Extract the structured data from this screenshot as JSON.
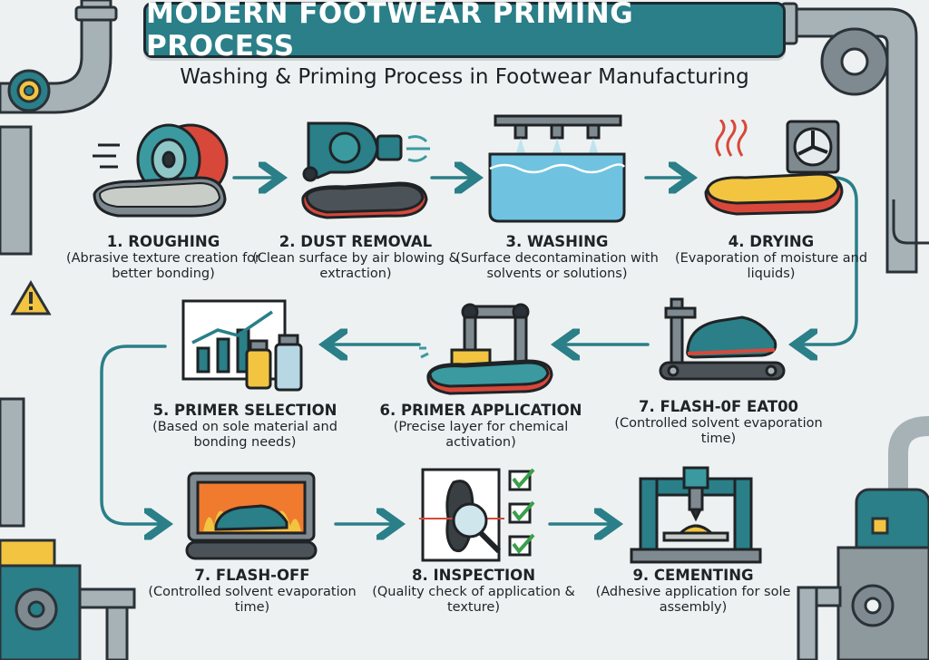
{
  "header": {
    "title": "MODERN FOOTWEAR PRIMING PROCESS",
    "subtitle": "Washing & Priming Process in Footwear Manufacturing"
  },
  "colors": {
    "teal": "#2a7f88",
    "dark_outline": "#1d2a30",
    "arrow": "#2a7f88",
    "red": "#d8483a",
    "yellow": "#f2c440",
    "background": "#eef1f2"
  },
  "steps": [
    {
      "title": "1. ROUGHING",
      "desc": "(Abrasive texture creation for better bonding)",
      "icon": "roughing-wheel-icon"
    },
    {
      "title": "2. DUST REMOVAL",
      "desc": "(Clean surface by air blowing & extraction)",
      "icon": "air-blower-icon"
    },
    {
      "title": "3. WASHING",
      "desc": "(Surface decontamination with solvents or solutions)",
      "icon": "washing-tank-icon"
    },
    {
      "title": "4. DRYING",
      "desc": "(Evaporation of moisture and liquids)",
      "icon": "drying-fan-icon"
    },
    {
      "title": "5. PRIMER SELECTION",
      "desc": "(Based on sole material and bonding needs)",
      "icon": "chart-bottles-icon"
    },
    {
      "title": "6. PRIMER APPLICATION",
      "desc": "(Precise layer for chemical activation)",
      "icon": "robot-brush-icon"
    },
    {
      "title": "7. FLASH-0F EAT00",
      "desc": "(Controlled solvent evaporation time)",
      "icon": "shoe-conveyor-icon"
    },
    {
      "title": "7. FLASH-OFF",
      "desc": "(Controlled solvent evaporation time)",
      "icon": "oven-conveyor-icon"
    },
    {
      "title": "8. INSPECTION",
      "desc": "(Quality check of application & texture)",
      "icon": "magnifier-checklist-icon"
    },
    {
      "title": "9. CEMENTING",
      "desc": "(Adhesive application for sole assembly)",
      "icon": "cementing-press-icon"
    }
  ]
}
